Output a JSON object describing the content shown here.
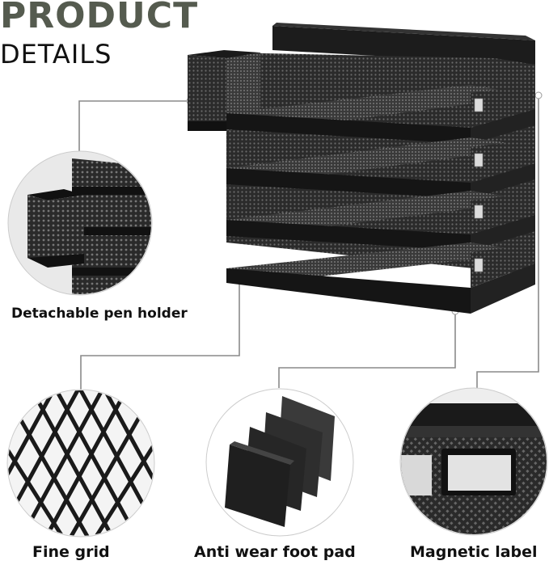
{
  "heading": {
    "line1": "PRODUCT",
    "line2": "DETAILS"
  },
  "callouts": {
    "pen_holder": "Detachable pen holder",
    "fine_grid": "Fine grid",
    "foot_pad": "Anti wear foot pad",
    "magnetic_label": "Magnetic label"
  },
  "colors": {
    "heading_green": "#555b4f",
    "product_black": "#1a1a1a",
    "line_gray": "#8a8a8a"
  }
}
